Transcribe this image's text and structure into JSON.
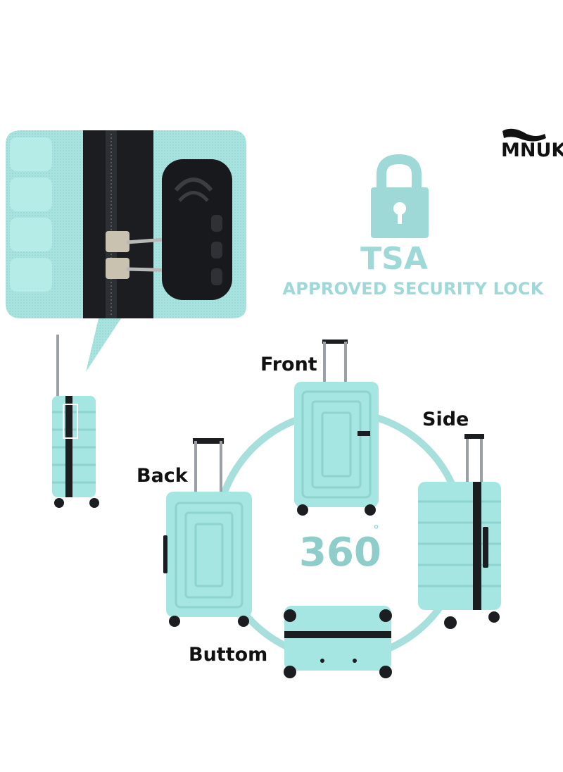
{
  "brand": {
    "name": "MNUK"
  },
  "lock": {
    "title": "TSA",
    "subtitle": "APPROVED SECURITY LOCK"
  },
  "views": {
    "front": "Front",
    "side": "Side",
    "back": "Back",
    "bottom": "Buttom"
  },
  "rotation": {
    "value": "360",
    "unit": "°"
  },
  "colors": {
    "accent": "#9ed9d8",
    "suitcase": "#a6e6e2",
    "dark": "#1b1d21"
  }
}
